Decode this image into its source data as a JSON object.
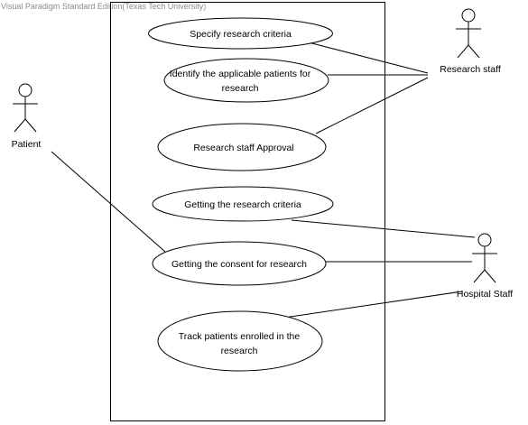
{
  "watermark": "Visual Paradigm Standard Edition(Texas Tech University)",
  "actors": {
    "research_staff": "Research staff",
    "patient": "Patient",
    "hospital_staff": "Hospital Staff"
  },
  "use_cases": {
    "specify_criteria": [
      "Specify research criteria"
    ],
    "identify_patients": [
      "Identify the applicable patients for",
      "research"
    ],
    "staff_approval": [
      "Research staff Approval"
    ],
    "getting_criteria": [
      "Getting the research criteria"
    ],
    "getting_consent": [
      "Getting the consent for research"
    ],
    "track_patients": [
      "Track patients enrolled in the",
      "research"
    ]
  },
  "associations": [
    [
      "research_staff",
      "specify_criteria"
    ],
    [
      "research_staff",
      "identify_patients"
    ],
    [
      "research_staff",
      "staff_approval"
    ],
    [
      "patient",
      "getting_consent"
    ],
    [
      "hospital_staff",
      "getting_criteria"
    ],
    [
      "hospital_staff",
      "getting_consent"
    ],
    [
      "hospital_staff",
      "track_patients"
    ]
  ]
}
